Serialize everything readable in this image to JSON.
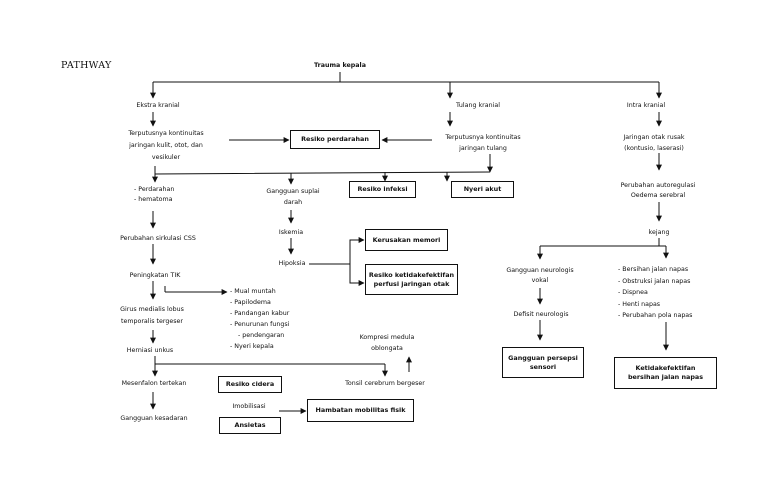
{
  "page_title": "PATHWAY",
  "nodes": {
    "trauma": "Trauma kepala",
    "ekstra": "Ekstra kranial",
    "tulang": "Tulang kranial",
    "intra": "Intra kranial",
    "terputus_kulit_1": "Terputusnya kontinuitas",
    "terputus_kulit_2": "jaringan kulit, otot, dan",
    "terputus_kulit_3": "vesikuler",
    "resiko_perdarahan": "Resiko perdarahan",
    "terputus_tulang_1": "Terputusnya kontinuitas",
    "terputus_tulang_2": "jaringan tulang",
    "jaringan_otak_1": "Jaringan otak rusak",
    "jaringan_otak_2": "(kontusio, laserasi)",
    "perdarahan_list": [
      "Perdarahan",
      "hematoma"
    ],
    "gangguan_suplai_1": "Gangguan suplai",
    "gangguan_suplai_2": "darah",
    "resiko_infeksi": "Resiko infeksi",
    "nyeri_akut": "Nyeri akut",
    "autoregulasi_1": "Perubahan autoregulasi",
    "autoregulasi_2": "Oedema serebral",
    "iskemia": "Iskemia",
    "perubahan_css": "Perubahan sirkulasi CSS",
    "kerusakan_memori": "Kerusakan memori",
    "kejang": "kejang",
    "hipoksia": "Hipoksia",
    "resiko_perfusi_1": "Resiko ketidakefektifan",
    "resiko_perfusi_2": "perfusi jaringan otak",
    "peningkatan_tik": "Peningkatan TIK",
    "gangguan_neurologis_1": "Gangguan neurologis",
    "gangguan_neurologis_2": "vokal",
    "bersihan_list": [
      "Bersihan jalan napas",
      "Obstruksi jalan napas",
      "Dispnea",
      "Henti napas",
      "Perubahan pola napas"
    ],
    "gejala_list": [
      "Mual muntah",
      "Papilodema",
      "Pandangan kabur",
      "Penurunan fungsi",
      "Nyeri kepala"
    ],
    "pendengaran": "pendengaran",
    "girus_1": "Girus medialis lobus",
    "girus_2": "temporalis tergeser",
    "defisit": "Defisit neurologis",
    "kompresi_1": "Kompresi medula",
    "kompresi_2": "oblongata",
    "herniasi": "Herniasi unkus",
    "gangguan_persepsi_1": "Gangguan persepsi",
    "gangguan_persepsi_2": "sensori",
    "ketidakefektifan_1": "Ketidakefektifan",
    "ketidakefektifan_2": "bersihan jalan napas",
    "mesenfalon": "Mesenfalon tertekan",
    "resiko_cidera": "Resiko cidera",
    "tonsil": "Tonsil cerebrum bergeser",
    "imobilisasi": "Imobilisasi",
    "hambatan_mobilitas": "Hambatan mobilitas fisik",
    "gangguan_kesadaran": "Gangguan kesadaran",
    "ansietas": "Ansietas"
  }
}
